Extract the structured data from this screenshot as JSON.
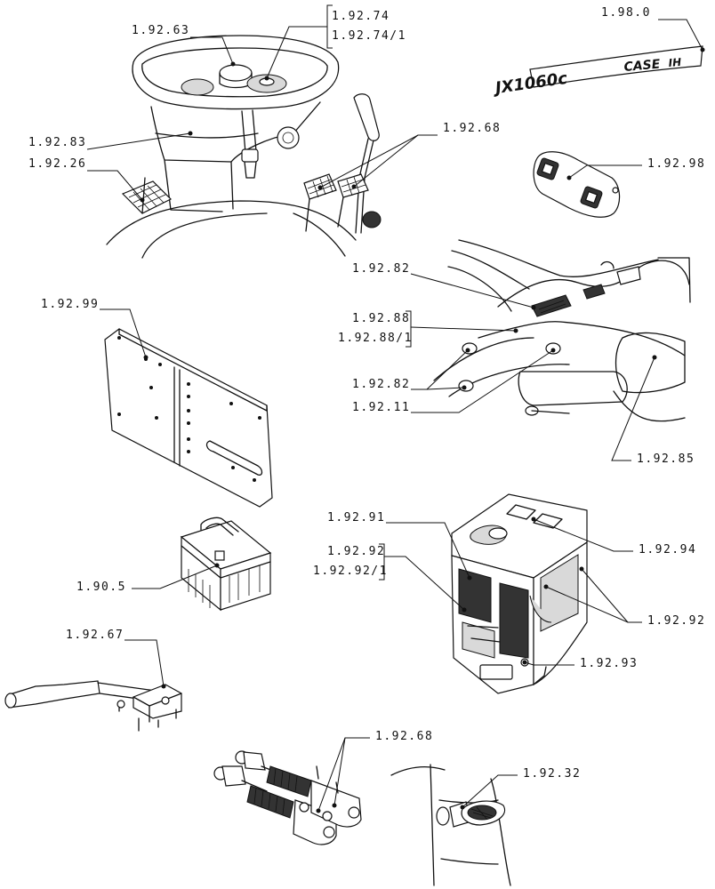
{
  "decal": {
    "model_text": "JX1060c",
    "brand_text": "CASE",
    "brand_mark": "IH"
  },
  "callouts": {
    "steering_column": "1.92.63",
    "steering_controls_a": "1.92.74",
    "steering_controls_b": "1.92.74/1",
    "decals": "1.98.0",
    "dash_panel": "1.92.83",
    "pedal_pad_left": "1.92.26",
    "pedal_pads_right": "1.92.68",
    "switch_plate": "1.92.98",
    "console_vent": "1.92.82",
    "console_a": "1.92.88",
    "console_b": "1.92.88/1",
    "console_knobs": "1.92.82",
    "console_knob": "1.92.11",
    "mounting_plate": "1.92.99",
    "seat_panel": "1.92.85",
    "cab_frame": "1.92.91",
    "cab_door_a": "1.92.92",
    "cab_door_b": "1.92.92/1",
    "cab_roof": "1.92.94",
    "cab_windows": "1.92.92",
    "cab_mirror": "1.92.93",
    "toolbox": "1.90.5",
    "handbrake": "1.92.67",
    "master_cylinders": "1.92.68",
    "foot_pedal": "1.92.32"
  }
}
